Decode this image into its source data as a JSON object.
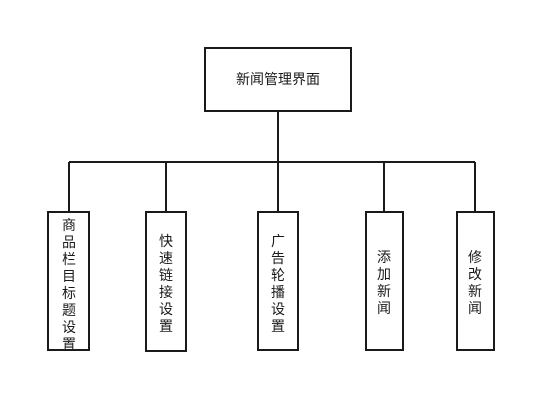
{
  "root": {
    "label": "新闻管理界面"
  },
  "children": [
    {
      "label": "商品栏目标题设置"
    },
    {
      "label": "快速链接设置"
    },
    {
      "label": "广告轮播设置"
    },
    {
      "label": "添加新闻"
    },
    {
      "label": "修改新闻"
    }
  ],
  "colors": {
    "stroke": "#1a1a1a",
    "background": "#ffffff"
  }
}
